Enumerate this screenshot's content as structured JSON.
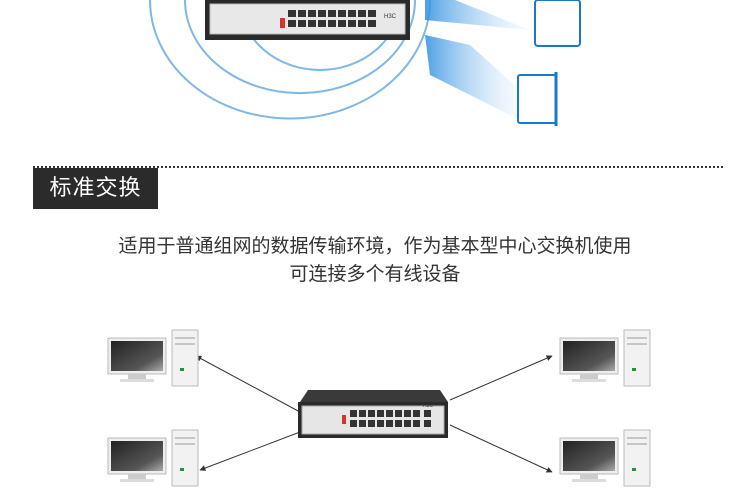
{
  "section": {
    "tag": "标准交换"
  },
  "description": {
    "line1": "适用于普通组网的数据传输环境，作为基本型中心交换机使用",
    "line2": "可连接多个有线设备"
  },
  "switch_brand": "H3C",
  "colors": {
    "tag_bg": "#2b2b2b",
    "wifi_arc": "#7fb7e6",
    "device_blue": "#1a78c8"
  }
}
